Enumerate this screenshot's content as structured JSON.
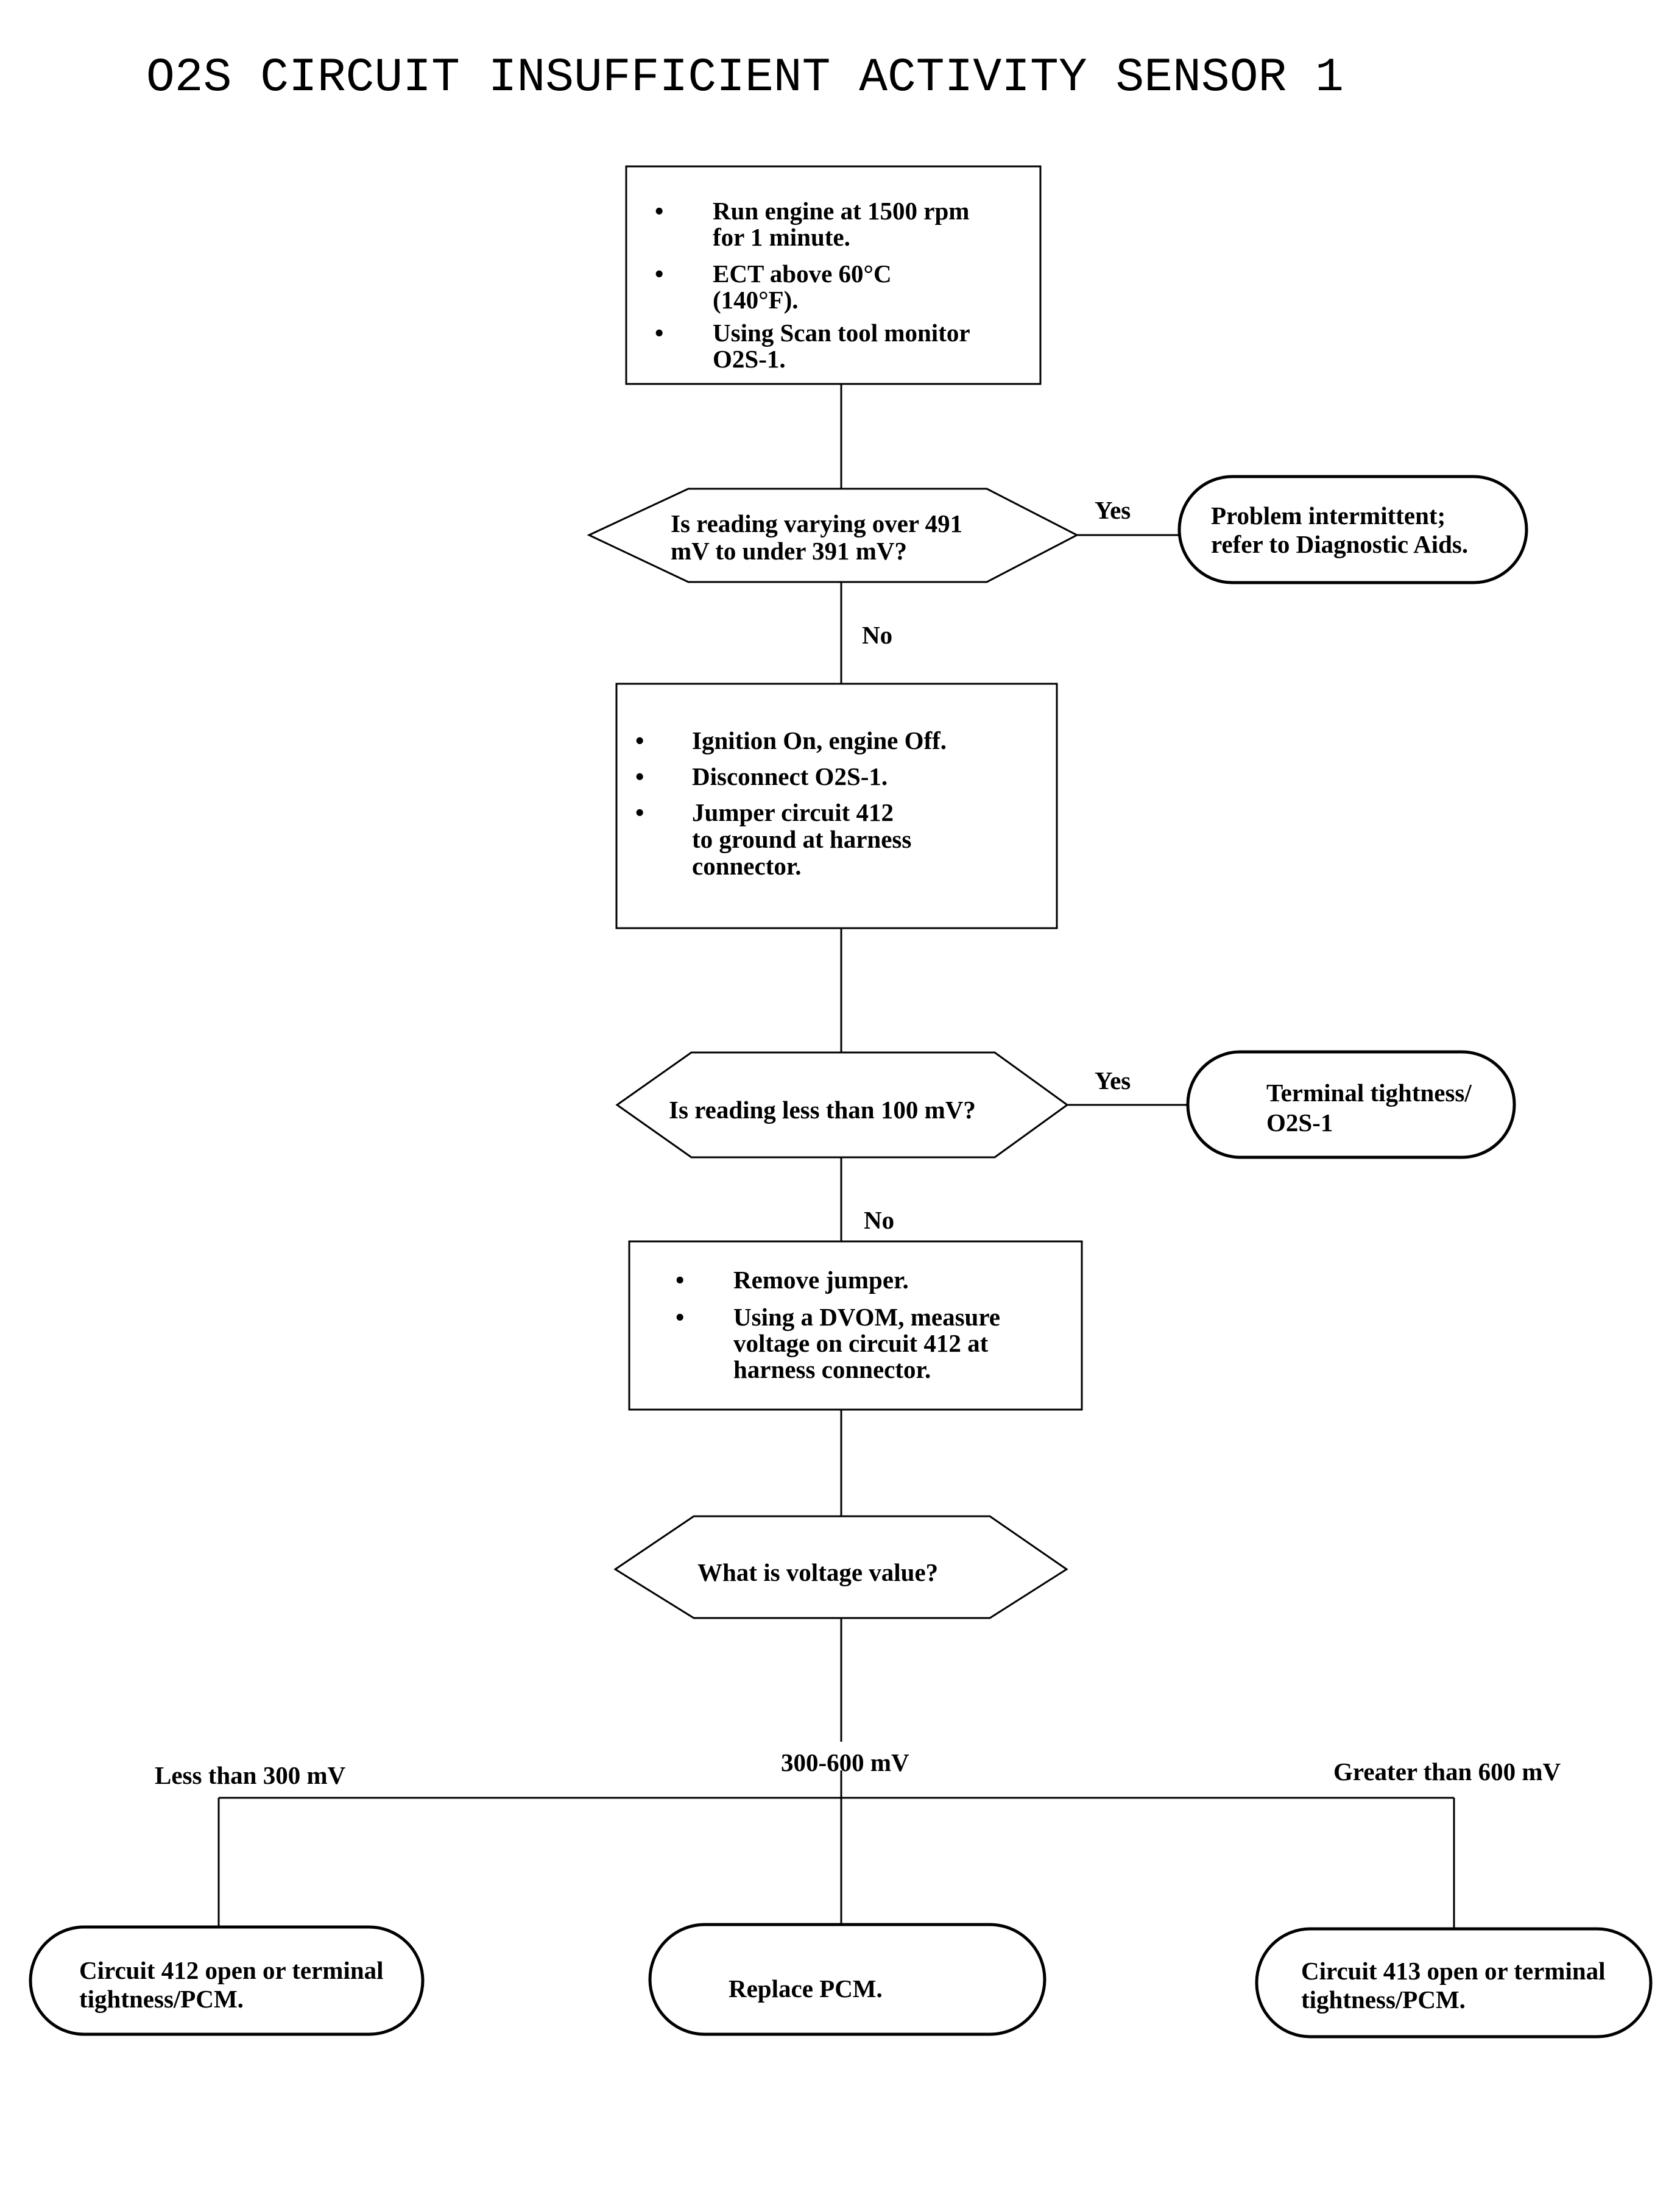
{
  "title": "O2S CIRCUIT INSUFFICIENT ACTIVITY SENSOR 1",
  "step1": {
    "bullets": [
      [
        "Run engine at 1500 rpm",
        "for 1 minute."
      ],
      [
        "ECT above 60°C",
        "(140°F)."
      ],
      [
        "Using Scan tool monitor",
        "O2S-1."
      ]
    ]
  },
  "decision1": {
    "lines": [
      "Is reading varying over 491",
      "mV to under 391 mV?"
    ],
    "yes_label": "Yes",
    "no_label": "No"
  },
  "result1": {
    "lines": [
      "Problem intermittent;",
      "refer to Diagnostic Aids."
    ]
  },
  "step2": {
    "bullets": [
      [
        "Ignition On, engine Off."
      ],
      [
        "Disconnect O2S-1."
      ],
      [
        "Jumper circuit 412",
        "to ground at harness",
        "connector."
      ]
    ]
  },
  "decision2": {
    "lines": [
      "Is reading less than 100 mV?"
    ],
    "yes_label": "Yes",
    "no_label": "No"
  },
  "result2": {
    "lines": [
      "Terminal tightness/",
      "O2S-1"
    ]
  },
  "step3": {
    "bullets": [
      [
        "Remove jumper."
      ],
      [
        "Using a DVOM, measure",
        "voltage on circuit 412 at",
        "harness connector."
      ]
    ]
  },
  "decision3": {
    "lines": [
      "What is voltage value?"
    ]
  },
  "branches": {
    "low_label": "Less than 300 mV",
    "mid_label": "300-600 mV",
    "high_label": "Greater than 600 mV"
  },
  "outcome_low": {
    "lines": [
      "Circuit 412 open or terminal",
      "tightness/PCM."
    ]
  },
  "outcome_mid": {
    "lines": [
      "Replace PCM."
    ]
  },
  "outcome_high": {
    "lines": [
      "Circuit 413 open or terminal",
      "tightness/PCM."
    ]
  },
  "bullet_char": "•"
}
